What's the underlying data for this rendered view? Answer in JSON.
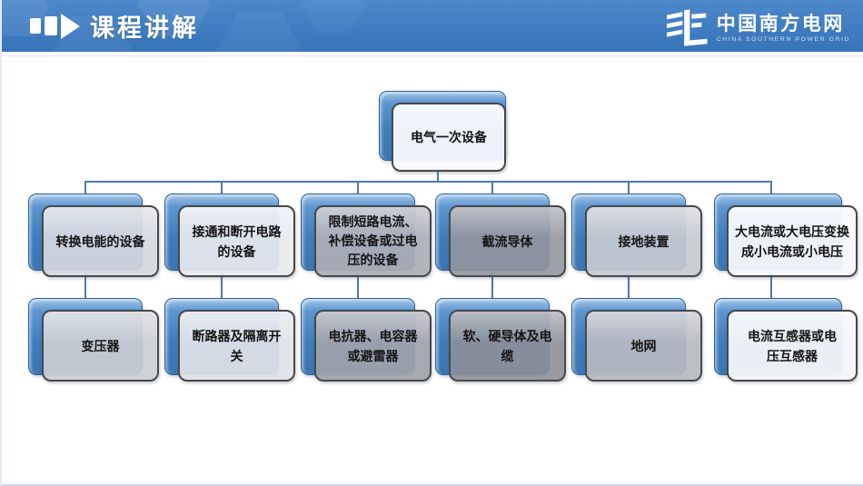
{
  "header": {
    "title": "课程讲解",
    "brand_name": "中国南方电网",
    "brand_subtitle": "CHINA SOUTHERN POWER GRID"
  },
  "colors": {
    "header_blue": "#3f7cc1",
    "node_back_blue": "#4181bf",
    "connector_blue": "#4a7ab0",
    "front_border": "#47484c"
  },
  "chart": {
    "type": "org-tree",
    "root": {
      "label": "电气一次设备",
      "fill": "rgba(247,249,252,0.95)"
    },
    "branches": [
      {
        "category": "转换电能的设备",
        "category_fill": "rgba(213,216,222,0.92)",
        "item": "变压器",
        "item_fill": "rgba(203,206,212,0.92)"
      },
      {
        "category": "接通和断开电路的设备",
        "category_fill": "rgba(231,233,238,0.93)",
        "item": "断路器及隔离开关",
        "item_fill": "rgba(224,226,231,0.93)"
      },
      {
        "category": "限制短路电流、补偿设备或过电压的设备",
        "category_fill": "rgba(172,175,182,0.92)",
        "item": "电抗器、电容器或避雷器",
        "item_fill": "rgba(160,163,170,0.92)"
      },
      {
        "category": "截流导体",
        "category_fill": "rgba(147,150,157,0.9)",
        "item": "软、硬导体及电缆",
        "item_fill": "rgba(141,144,151,0.9)"
      },
      {
        "category": "接地装置",
        "category_fill": "rgba(199,202,208,0.92)",
        "item": "地网",
        "item_fill": "rgba(183,186,193,0.92)"
      },
      {
        "category": "大电流或大电压变换成小电流或小电压",
        "category_fill": "rgba(246,248,252,0.95)",
        "item": "电流互感器或电压互感器",
        "item_fill": "rgba(243,245,250,0.95)"
      }
    ]
  }
}
